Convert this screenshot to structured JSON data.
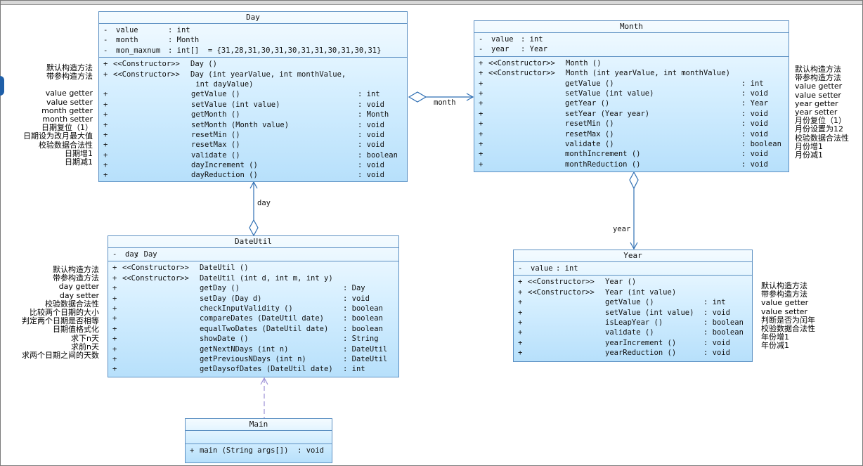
{
  "classes": {
    "day": {
      "name": "Day",
      "attributes": [
        {
          "vis": "-",
          "name": "value",
          "type": ": int"
        },
        {
          "vis": "-",
          "name": "month",
          "type": ": Month"
        },
        {
          "vis": "-",
          "name": "mon_maxnum",
          "type": ": int[]  = {31,28,31,30,31,30,31,31,30,31,30,31}"
        }
      ],
      "operations": [
        {
          "vis": "+",
          "stereo": "<<Constructor>>",
          "name": "Day ()",
          "ret": ""
        },
        {
          "vis": "+",
          "stereo": "<<Constructor>>",
          "name": "Day (int yearValue, int monthValue,",
          "ret": ""
        },
        {
          "vis": "",
          "stereo": "",
          "name": " int dayValue)",
          "ret": ""
        },
        {
          "vis": "+",
          "stereo": "",
          "name": "getValue ()",
          "ret": ": int"
        },
        {
          "vis": "+",
          "stereo": "",
          "name": "setValue (int value)",
          "ret": ": void"
        },
        {
          "vis": "+",
          "stereo": "",
          "name": "getMonth ()",
          "ret": ": Month"
        },
        {
          "vis": "+",
          "stereo": "",
          "name": "setMonth (Month value)",
          "ret": ": void"
        },
        {
          "vis": "+",
          "stereo": "",
          "name": "resetMin ()",
          "ret": ": void"
        },
        {
          "vis": "+",
          "stereo": "",
          "name": "resetMax ()",
          "ret": ": void"
        },
        {
          "vis": "+",
          "stereo": "",
          "name": "validate ()",
          "ret": ": boolean"
        },
        {
          "vis": "+",
          "stereo": "",
          "name": "dayIncrement ()",
          "ret": ": void"
        },
        {
          "vis": "+",
          "stereo": "",
          "name": "dayReduction ()",
          "ret": ": void"
        }
      ]
    },
    "month": {
      "name": "Month",
      "attributes": [
        {
          "vis": "-",
          "name": "value",
          "type": ": int"
        },
        {
          "vis": "-",
          "name": "year",
          "type": ": Year"
        }
      ],
      "operations": [
        {
          "vis": "+",
          "stereo": "<<Constructor>>",
          "name": "Month ()",
          "ret": ""
        },
        {
          "vis": "+",
          "stereo": "<<Constructor>>",
          "name": "Month (int yearValue, int monthValue)",
          "ret": ""
        },
        {
          "vis": "+",
          "stereo": "",
          "name": "getValue ()",
          "ret": ": int"
        },
        {
          "vis": "+",
          "stereo": "",
          "name": "setValue (int value)",
          "ret": ": void"
        },
        {
          "vis": "+",
          "stereo": "",
          "name": "getYear ()",
          "ret": ": Year"
        },
        {
          "vis": "+",
          "stereo": "",
          "name": "setYear (Year year)",
          "ret": ": void"
        },
        {
          "vis": "+",
          "stereo": "",
          "name": "resetMin ()",
          "ret": ": void"
        },
        {
          "vis": "+",
          "stereo": "",
          "name": "resetMax ()",
          "ret": ": void"
        },
        {
          "vis": "+",
          "stereo": "",
          "name": "validate ()",
          "ret": ": boolean"
        },
        {
          "vis": "+",
          "stereo": "",
          "name": "monthIncrement ()",
          "ret": ": void"
        },
        {
          "vis": "+",
          "stereo": "",
          "name": "monthReduction ()",
          "ret": ": void"
        }
      ]
    },
    "dateutil": {
      "name": "DateUtil",
      "attributes": [
        {
          "vis": "-",
          "name": "day",
          "type": ": Day"
        }
      ],
      "operations": [
        {
          "vis": "+",
          "stereo": "<<Constructor>>",
          "name": "DateUtil ()",
          "ret": ""
        },
        {
          "vis": "+",
          "stereo": "<<Constructor>>",
          "name": "DateUtil (int d, int m, int y)",
          "ret": ""
        },
        {
          "vis": "+",
          "stereo": "",
          "name": "getDay ()",
          "ret": ": Day"
        },
        {
          "vis": "+",
          "stereo": "",
          "name": "setDay (Day d)",
          "ret": ": void"
        },
        {
          "vis": "+",
          "stereo": "",
          "name": "checkInputValidity ()",
          "ret": ": boolean"
        },
        {
          "vis": "+",
          "stereo": "",
          "name": "compareDates (DateUtil date)",
          "ret": ": boolean"
        },
        {
          "vis": "+",
          "stereo": "",
          "name": "equalTwoDates (DateUtil date)",
          "ret": ": boolean"
        },
        {
          "vis": "+",
          "stereo": "",
          "name": "showDate ()",
          "ret": ": String"
        },
        {
          "vis": "+",
          "stereo": "",
          "name": "getNextNDays (int n)",
          "ret": ": DateUtil"
        },
        {
          "vis": "+",
          "stereo": "",
          "name": "getPreviousNDays (int n)",
          "ret": ": DateUtil"
        },
        {
          "vis": "+",
          "stereo": "",
          "name": "getDaysofDates (DateUtil date)",
          "ret": ": int"
        }
      ]
    },
    "year": {
      "name": "Year",
      "attributes": [
        {
          "vis": "-",
          "name": "value",
          "type": ": int"
        }
      ],
      "operations": [
        {
          "vis": "+",
          "stereo": "<<Constructor>>",
          "name": "Year ()",
          "ret": ""
        },
        {
          "vis": "+",
          "stereo": "<<Constructor>>",
          "name": "Year (int value)",
          "ret": ""
        },
        {
          "vis": "+",
          "stereo": "",
          "name": "getValue ()",
          "ret": ": int"
        },
        {
          "vis": "+",
          "stereo": "",
          "name": "setValue (int value)",
          "ret": ": void"
        },
        {
          "vis": "+",
          "stereo": "",
          "name": "isLeapYear ()",
          "ret": ": boolean"
        },
        {
          "vis": "+",
          "stereo": "",
          "name": "validate ()",
          "ret": ": boolean"
        },
        {
          "vis": "+",
          "stereo": "",
          "name": "yearIncrement ()",
          "ret": ": void"
        },
        {
          "vis": "+",
          "stereo": "",
          "name": "yearReduction ()",
          "ret": ": void"
        }
      ]
    },
    "main": {
      "name": "Main",
      "attributes": [],
      "operations": [
        {
          "vis": "+",
          "stereo": "",
          "name": "main (String args[])  : void",
          "ret": ""
        }
      ]
    }
  },
  "associations": {
    "day_month": "month",
    "dateutil_day": "day",
    "month_year": "year"
  },
  "notes": {
    "day": [
      {
        "text": "默认构造方法",
        "gap": false
      },
      {
        "text": "带参构造方法",
        "gap": false
      },
      {
        "text": "",
        "gap": true
      },
      {
        "text": "value getter",
        "gap": false
      },
      {
        "text": "value setter",
        "gap": false
      },
      {
        "text": "month getter",
        "gap": false
      },
      {
        "text": "month setter",
        "gap": false
      },
      {
        "text": "日期复位（1）",
        "gap": false
      },
      {
        "text": "日期设为改月最大值",
        "gap": false
      },
      {
        "text": "校验数据合法性",
        "gap": false
      },
      {
        "text": "日期增1",
        "gap": false
      },
      {
        "text": "日期减1",
        "gap": false
      }
    ],
    "month": [
      "默认构造方法",
      "带参构造方法",
      "value getter",
      "value setter",
      "year getter",
      "year setter",
      "月份复位（1）",
      "月份设置为12",
      "校验数据合法性",
      "月份增1",
      "月份减1"
    ],
    "dateutil": [
      "默认构造方法",
      "带参构造方法",
      "day getter",
      "day setter",
      "校验数据合法性",
      "比较两个日期的大小",
      "判定两个日期是否相等",
      "日期值格式化",
      "求下n天",
      "求前n天",
      "求两个日期之间的天数"
    ],
    "year": [
      "默认构造方法",
      "带参构造方法",
      "value getter",
      "value setter",
      "判断是否为闰年",
      "校验数据合法性",
      "年份增1",
      "年份减1"
    ]
  },
  "colors": {
    "border": "#5b8fc2",
    "fill_top": "#f4fbff",
    "fill_bottom": "#b7e0fb",
    "association_line": "#2f6fb3",
    "dependency_line": "#9b8fd6"
  }
}
